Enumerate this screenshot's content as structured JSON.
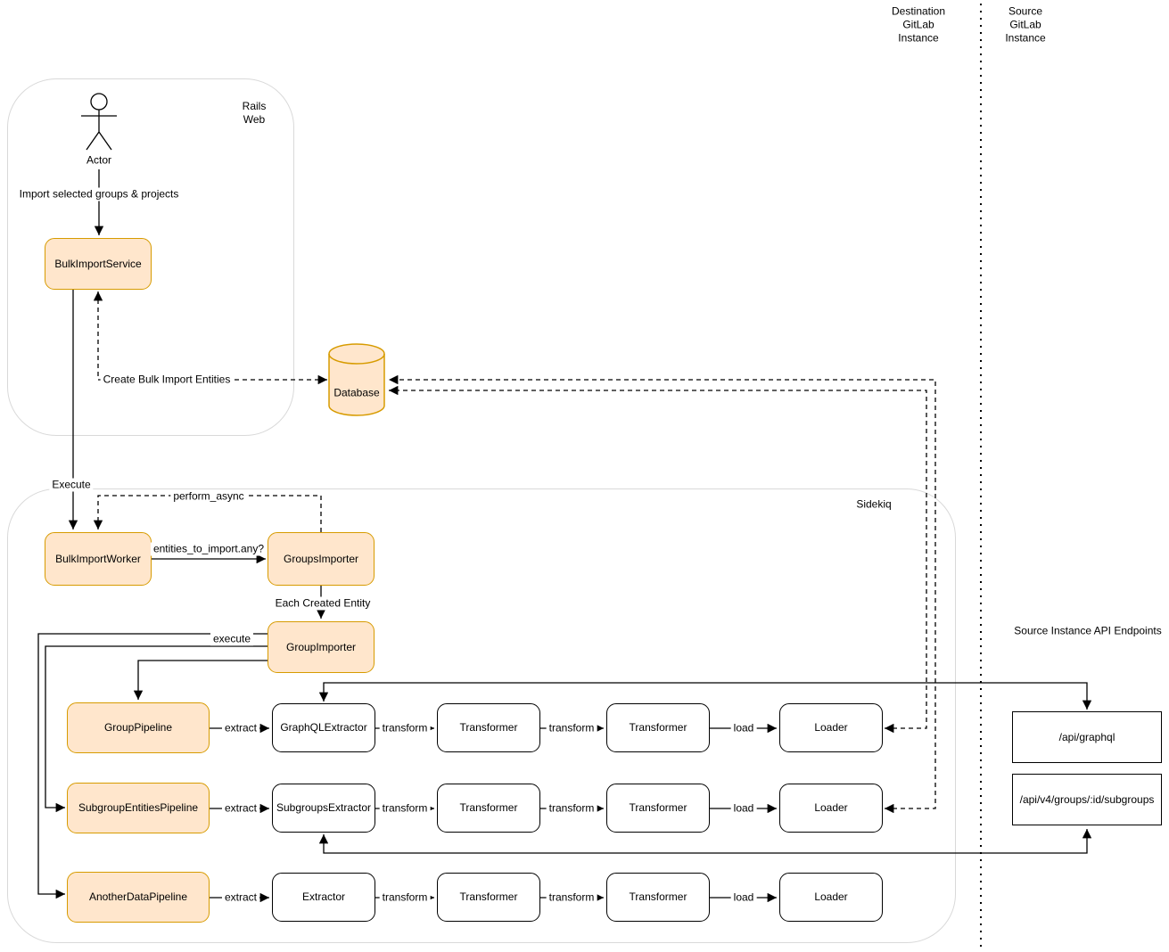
{
  "lanes": {
    "destination": "Destination\nGitLab\nInstance",
    "source": "Source\nGitLab\nInstance",
    "api_title": "Source Instance API Endpoints"
  },
  "containers": {
    "rails_web": "Rails\nWeb",
    "sidekiq": "Sidekiq"
  },
  "nodes": {
    "actor": {
      "label": "Actor"
    },
    "bulk_import_service": {
      "label": "BulkImportService"
    },
    "bulk_import_worker": {
      "label": "BulkImportWorker"
    },
    "groups_importer": {
      "label": "GroupsImporter"
    },
    "group_importer": {
      "label": "GroupImporter"
    },
    "group_pipeline": {
      "label": "GroupPipeline"
    },
    "subgroup_entities_pipeline": {
      "label": "SubgroupEntitiesPipeline"
    },
    "another_data_pipeline": {
      "label": "AnotherDataPipeline"
    },
    "graphql_extractor": {
      "label": "GraphQLExtractor"
    },
    "subgroups_extractor": {
      "label": "SubgroupsExtractor"
    },
    "extractor": {
      "label": "Extractor"
    },
    "transformer": {
      "label": "Transformer"
    },
    "loader": {
      "label": "Loader"
    },
    "database": {
      "label": "Database"
    }
  },
  "endpoints": {
    "graphql": "/api/graphql",
    "subgroups": "/api/v4/groups/:id/subgroups"
  },
  "edge_labels": {
    "import_selected": "Import selected groups & projects",
    "create_entities": "Create Bulk Import Entities",
    "execute": "Execute",
    "perform_async": "perform_async",
    "entities_check": "entities_to_import.any?",
    "each_created_entity": "Each Created Entity",
    "pipeline_execute": "execute",
    "extract": "extract",
    "transform": "transform",
    "load": "load"
  },
  "colors": {
    "highlight_fill": "#ffe6cc",
    "highlight_stroke": "#d79b00",
    "plain_stroke": "#000000",
    "container_stroke": "#d9d9d9"
  }
}
